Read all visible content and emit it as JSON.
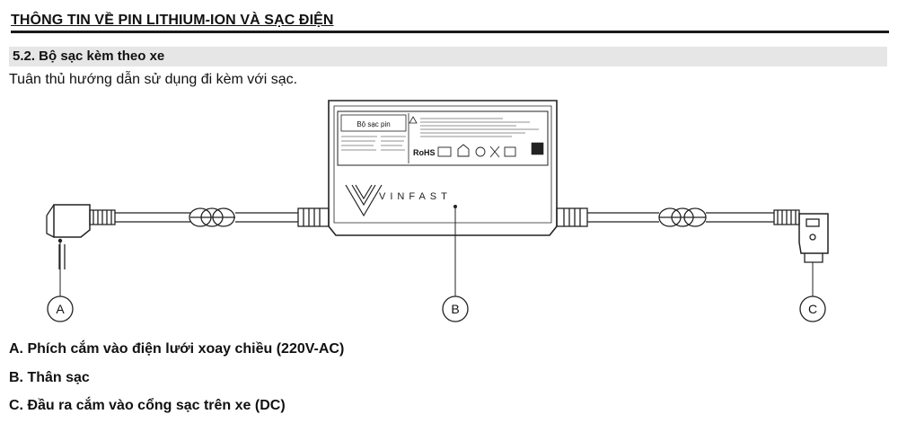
{
  "header": {
    "title": "THÔNG TIN VỀ PIN LITHIUM-ION VÀ SẠC ĐIỆN"
  },
  "section": {
    "title": "5.2. Bộ sạc kèm theo xe"
  },
  "intro": "Tuân thủ hướng dẫn sử dụng đi kèm với sạc.",
  "charger_label": {
    "title": "Bộ sạc pin",
    "certification": "RoHS",
    "brand": "VINFAST"
  },
  "callouts": [
    "A",
    "B",
    "C"
  ],
  "legend": [
    "A. Phích cắm vào điện lưới xoay chiều (220V-AC)",
    "B. Thân sạc",
    "C. Đầu ra cắm vào cổng sạc trên xe (DC)"
  ]
}
